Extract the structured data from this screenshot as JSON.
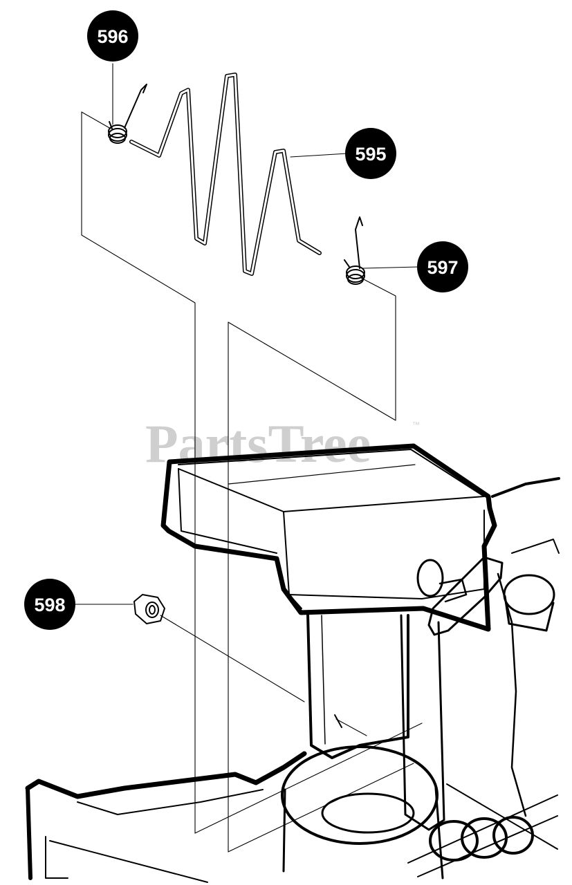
{
  "callouts": [
    {
      "id": "596",
      "label": "596"
    },
    {
      "id": "595",
      "label": "595"
    },
    {
      "id": "597",
      "label": "597"
    },
    {
      "id": "598",
      "label": "598"
    }
  ],
  "watermark": {
    "text": "PartsTree",
    "trademark": "™"
  },
  "colors": {
    "ink": "#000000",
    "callout_fill": "#000000",
    "callout_text": "#ffffff",
    "watermark": "#cfcfcf"
  }
}
